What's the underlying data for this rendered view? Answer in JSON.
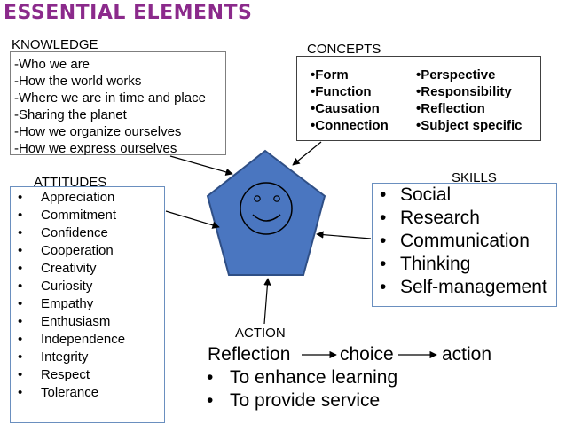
{
  "title": "ESSENTIAL ELEMENTS",
  "colors": {
    "title": "#8b2a8b",
    "pentagon_fill": "#4a76c0",
    "pentagon_stroke": "#2f4f86",
    "box_border": "#6a8fbf"
  },
  "knowledge": {
    "label": "KNOWLEDGE",
    "items": [
      "-Who we are",
      "-How the world works",
      "-Where we are in time and place",
      "-Sharing the planet",
      "-How we organize ourselves",
      "-How we express ourselves"
    ]
  },
  "concepts": {
    "label": "CONCEPTS",
    "col1": [
      "•Form",
      "•Function",
      "•Causation",
      "•Connection"
    ],
    "col2": [
      "•Perspective",
      "•Responsibility",
      "•Reflection",
      "•Subject specific"
    ]
  },
  "attitudes": {
    "label": "ATTITUDES",
    "bullet": "•",
    "items": [
      "Appreciation",
      "Commitment",
      "Confidence",
      "Cooperation",
      "Creativity",
      "Curiosity",
      "Empathy",
      "Enthusiasm",
      "Independence",
      "Integrity",
      "Respect",
      "Tolerance"
    ]
  },
  "skills": {
    "label": "SKILLS",
    "bullet": "•",
    "items": [
      "Social",
      "Research",
      "Communication",
      "Thinking",
      "Self-management"
    ]
  },
  "action": {
    "label": "ACTION",
    "flow": [
      "Reflection",
      "choice",
      "action"
    ],
    "bullet": "•",
    "items": [
      "To enhance learning",
      "To provide service"
    ]
  }
}
